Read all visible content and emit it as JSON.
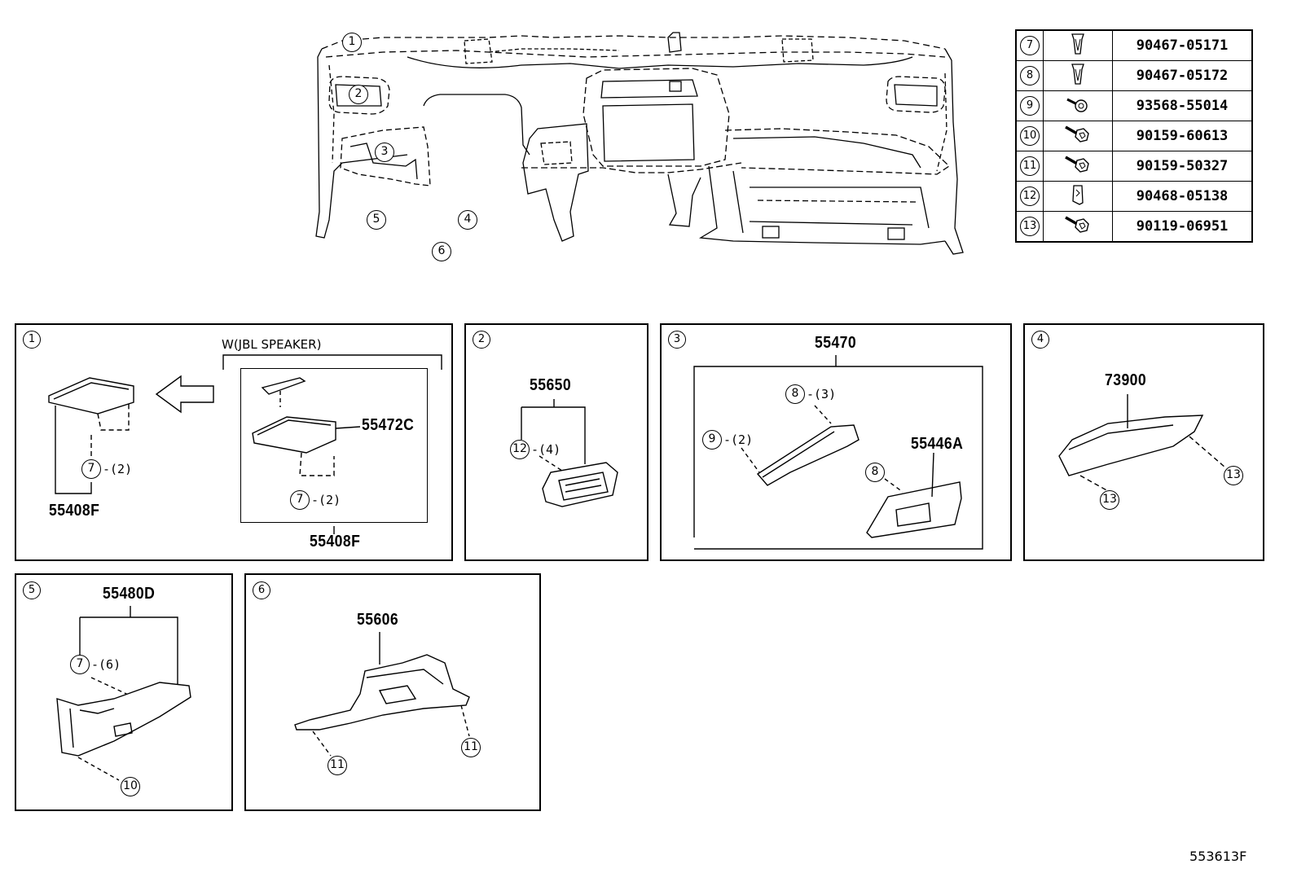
{
  "overview": {
    "callouts": [
      "1",
      "2",
      "3",
      "4",
      "5",
      "6"
    ]
  },
  "fasteners": [
    {
      "ref": "7",
      "icon": "clip-icon",
      "part": "90467-05171"
    },
    {
      "ref": "8",
      "icon": "clip-icon",
      "part": "90467-05172"
    },
    {
      "ref": "9",
      "icon": "screw-icon",
      "part": "93568-55014"
    },
    {
      "ref": "10",
      "icon": "bolt-icon",
      "part": "90159-60613"
    },
    {
      "ref": "11",
      "icon": "bolt-icon",
      "part": "90159-50327"
    },
    {
      "ref": "12",
      "icon": "nut-clip-icon",
      "part": "90468-05138"
    },
    {
      "ref": "13",
      "icon": "bolt-icon",
      "part": "90119-06951"
    }
  ],
  "panels": {
    "p1": {
      "num": "1",
      "variant_label": "W(JBL SPEAKER)",
      "left_part": "55408F",
      "left_qty_ref": "7",
      "left_qty": "-(2)",
      "right_part_top": "55472C",
      "right_qty_ref": "7",
      "right_qty": "-(2)",
      "right_part_bottom": "55408F"
    },
    "p2": {
      "num": "2",
      "part": "55650",
      "qty_ref": "12",
      "qty": "-(4)"
    },
    "p3": {
      "num": "3",
      "part_group": "55470",
      "ref8_qty_ref": "8",
      "ref8_qty": "-(3)",
      "ref9_qty_ref": "9",
      "ref9_qty": "-(2)",
      "part_b": "55446A",
      "ref8b": "8"
    },
    "p4": {
      "num": "4",
      "part": "73900",
      "ref_a": "13",
      "ref_b": "13"
    },
    "p5": {
      "num": "5",
      "part": "55480D",
      "qty_ref": "7",
      "qty": "-(6)",
      "ref_bottom": "10"
    },
    "p6": {
      "num": "6",
      "part": "55606",
      "ref_left": "11",
      "ref_right": "11"
    }
  },
  "figure_id": "553613F"
}
